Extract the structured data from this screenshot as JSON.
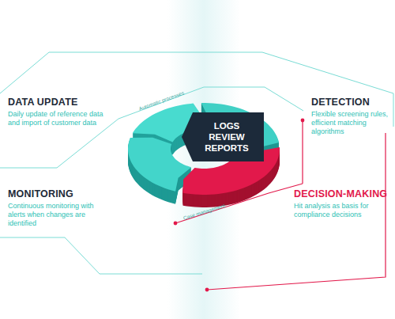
{
  "diagram": {
    "nodes": [
      {
        "text": [
          "DATA UPDATE",
          "Daily update of reference data and import of customer data"
        ]
      },
      {
        "text": [
          "DETECTION",
          "Flexible screening rules, efficient matching algorithms"
        ]
      },
      {
        "text": [
          "LOGS REVIEW REPORTS"
        ]
      },
      {
        "text": [
          "MONITORING",
          "Continuous monitoring with alerts when changes are identified"
        ]
      },
      {
        "text": [
          "DECISION-MAKING",
          "Hit analysis as basis for compliance decisions"
        ]
      }
    ],
    "labels": [
      "Automatic processes",
      "Case management"
    ]
  }
}
